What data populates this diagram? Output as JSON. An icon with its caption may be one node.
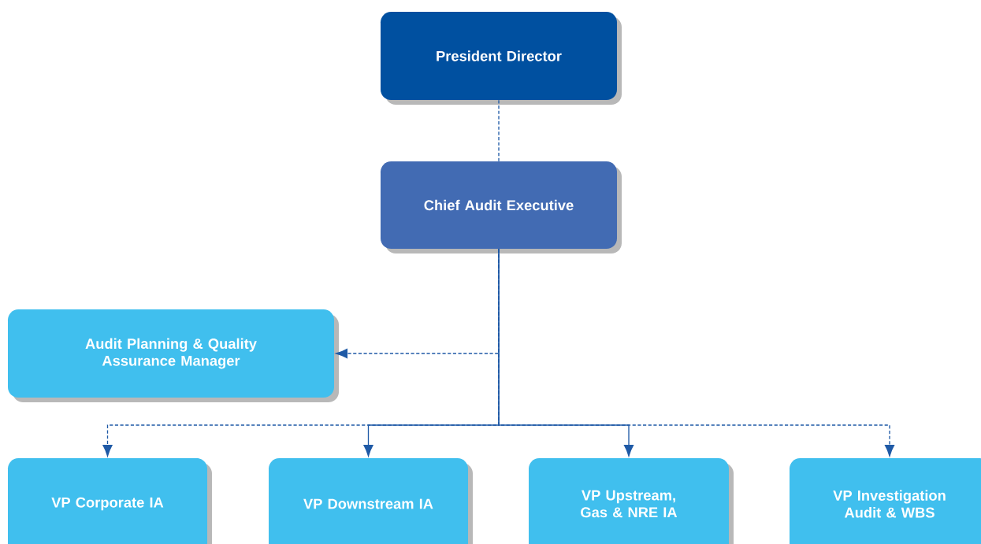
{
  "diagram": {
    "nodes": [
      {
        "text": [
          "President Director"
        ]
      },
      {
        "text": [
          "Chief Audit Executive"
        ]
      },
      {
        "text": [
          "Audit Planning & Quality Assurance Manager"
        ]
      },
      {
        "text": [
          "VP Corporate IA"
        ]
      },
      {
        "text": [
          "VP Downstream IA"
        ]
      },
      {
        "text": [
          "VP Upstream, Gas & NRE IA"
        ]
      },
      {
        "text": [
          "VP Investigation Audit & WBS"
        ]
      }
    ],
    "edges": [
      {
        "from": 0,
        "to": 1,
        "arrow": "none",
        "style": "dashed"
      },
      {
        "from": 1,
        "to": 2,
        "arrow": "to",
        "style": "dashed"
      },
      {
        "from": 1,
        "to": 3,
        "arrow": "to",
        "style": "dashed"
      },
      {
        "from": 1,
        "to": 4,
        "arrow": "to"
      },
      {
        "from": 1,
        "to": 5,
        "arrow": "to"
      },
      {
        "from": 1,
        "to": 6,
        "arrow": "to",
        "style": "dashed"
      }
    ]
  }
}
